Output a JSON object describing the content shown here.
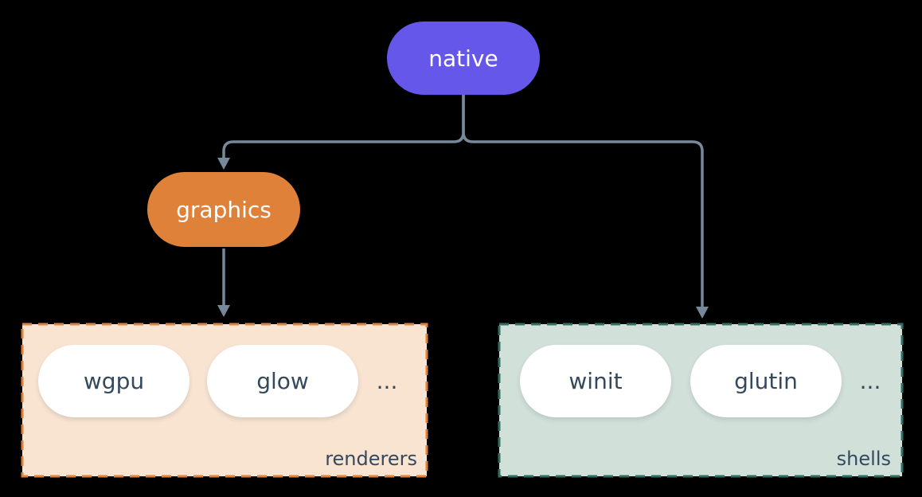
{
  "nodes": {
    "native": "native",
    "graphics": "graphics"
  },
  "groups": {
    "renderers": {
      "label": "renderers",
      "items": [
        "wgpu",
        "glow"
      ],
      "more": "..."
    },
    "shells": {
      "label": "shells",
      "items": [
        "winit",
        "glutin"
      ],
      "more": "..."
    }
  },
  "colors": {
    "native_fill": "#6557EA",
    "graphics_fill": "#E0813A",
    "renderers_bg": "#F9E4D2",
    "renderers_border": "#E0813B",
    "shells_bg": "#D1E0D9",
    "shells_border": "#2E7063",
    "item_bg": "#FFFFFF",
    "text_dark": "#35495D",
    "text_light": "#FFFFFF",
    "connector": "#78889B",
    "background": "#000000"
  }
}
